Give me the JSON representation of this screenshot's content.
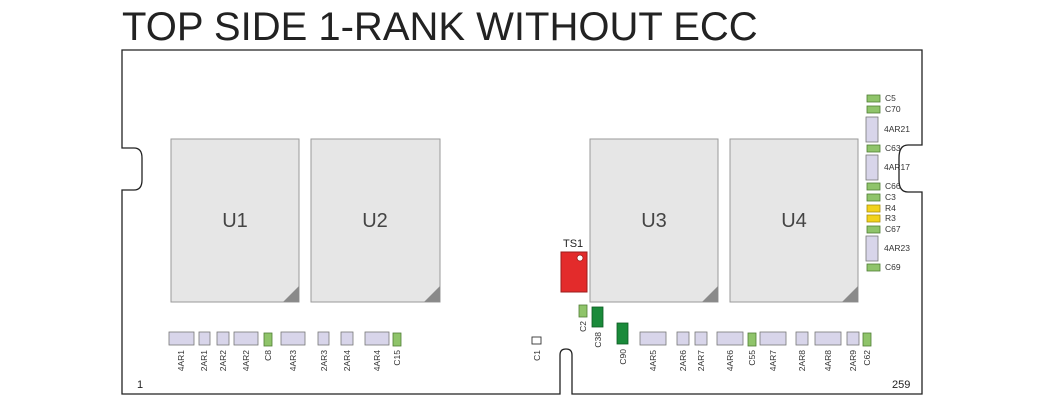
{
  "title": "TOP SIDE 1-RANK WITHOUT ECC",
  "chips": [
    "U1",
    "U2",
    "U3",
    "U4"
  ],
  "sensor": "TS1",
  "pin_start": "1",
  "pin_end": "259",
  "bottom_labels": [
    "4AR1",
    "2AR1",
    "2AR2",
    "4AR2",
    "C8",
    "4AR3",
    "2AR3",
    "2AR4",
    "4AR4",
    "C15",
    "C1",
    "C2",
    "C38",
    "C90",
    "4AR5",
    "2AR6",
    "2AR7",
    "4AR6",
    "C55",
    "4AR7",
    "2AR8",
    "4AR8",
    "2AR9",
    "C62"
  ],
  "right_labels": [
    "C5",
    "C70",
    "4AR21",
    "C63",
    "4AR17",
    "C66",
    "C3",
    "R4",
    "R3",
    "C67",
    "4AR23",
    "C69"
  ],
  "colors": {
    "board_outline": "#222222",
    "chip_fill": "#e6e6e6",
    "resistor_fill": "#d8d5ea",
    "capacitor_green": "#8fc46a",
    "dark_green": "#1a8a3a",
    "yellow": "#f2d21b",
    "sensor_red": "#e32b2b"
  }
}
